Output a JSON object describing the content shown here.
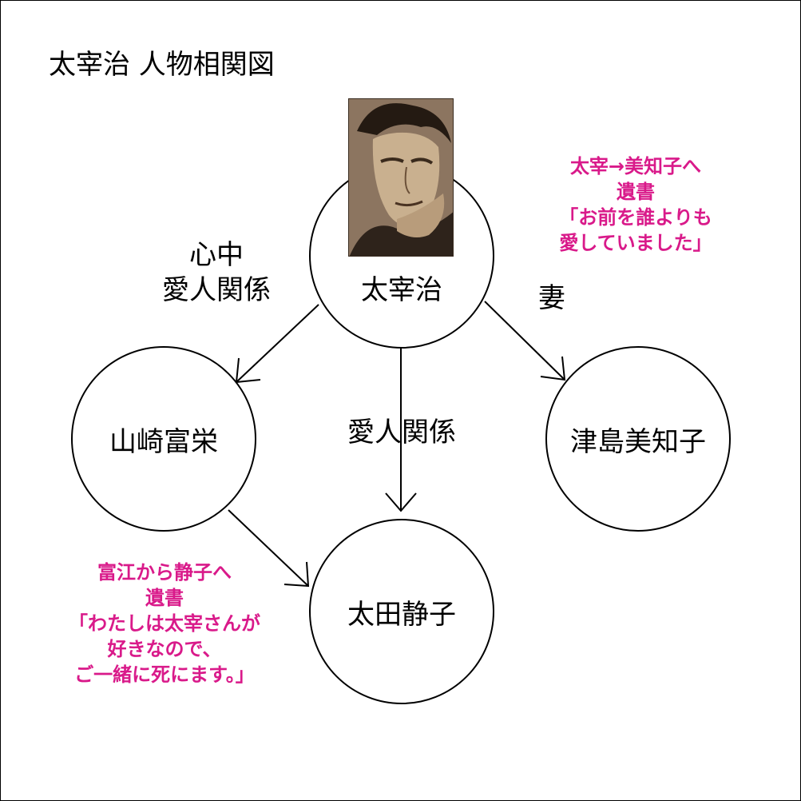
{
  "title": "太宰治 人物相関図",
  "nodes": {
    "dazai": "太宰治",
    "yamazaki": "山崎富栄",
    "tsushima": "津島美知子",
    "ota": "太田静子"
  },
  "relations": {
    "dazai_yamazaki": [
      "心中",
      "愛人関係"
    ],
    "dazai_ota": "愛人関係",
    "dazai_tsushima": "妻"
  },
  "notes": {
    "dazai_to_michiko": [
      "太宰→美知子へ",
      "遺書",
      "「お前を誰よりも",
      "愛していました」"
    ],
    "tomie_to_shizuko": [
      "富江から静子へ",
      "遺書",
      "「わたしは太宰さんが",
      "好きなので、",
      "ご一緒に死にます。」"
    ]
  },
  "colors": {
    "note": "#d91a8a",
    "line": "#000000"
  }
}
